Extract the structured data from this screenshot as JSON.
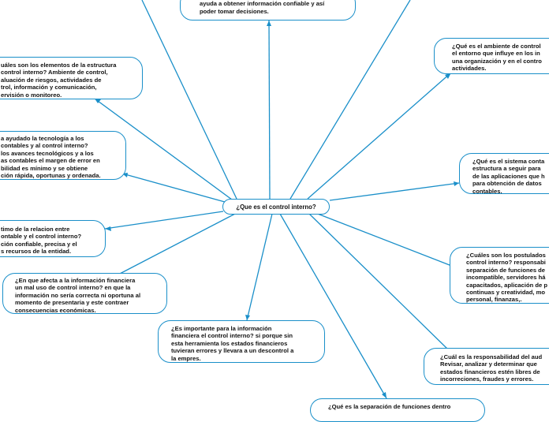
{
  "colors": {
    "accent": "#1a8fc9",
    "background": "#ffffff",
    "text": "#111111"
  },
  "central": {
    "label": "¿Que es el control interno?"
  },
  "nodes": [
    {
      "id": "top",
      "text": "conocimiento del control interno? Porque\nayuda a obtener información confiable y así\npoder tomar decisiones."
    },
    {
      "id": "elementos",
      "text": "uáles son los elementos de la estructura\ncontrol interno? Ambiente de control,\naluación de riesgos, actividades de\ntrol, información y comunicación,\nervisión o monitoreo."
    },
    {
      "id": "tecnologia",
      "text": "a ayudado la tecnología a los\n contables y al control interno?\n los avances tecnológicos y a los\nas contables el margen de error en\nbilidad es mínimo y se obtiene\nción rápida, oportunas y ordenada."
    },
    {
      "id": "relacion",
      "text": "timo de la relacion entre\nontable y el control interno?\nción confiable, precisa y el\ns recursos de la entidad."
    },
    {
      "id": "afecta",
      "text": "¿En que afecta a la información financiera\nun mal uso de control interno? en que la\ninformación no sería correcta ni oportuna al\nmomento de presentaria y este contraer\nconsecuencias económicas."
    },
    {
      "id": "importante",
      "text": "¿Es importante para la información\nfinanciera el control interno? si porque sin\nesta herramienta los estados financieros\ntuvieran errores y llevara a un descontrol a\nla empres."
    },
    {
      "id": "separacion",
      "text": "¿Qué es la separación de funciones dentro"
    },
    {
      "id": "ambiente",
      "text": "¿Qué es el ambiente de control\nel entorno que influye en los in\nuna organización y en el contro\nactividades."
    },
    {
      "id": "sistema",
      "text": "¿Qué es el sistema conta\nestructura a seguir para\nde las aplicaciones que h\npara obtención de datos\ncontables."
    },
    {
      "id": "postulados",
      "text": "¿Cuáles son los postulados\ncontrol interno? responsabi\nseparación de funciones de\nincompatible, servidores há\ncapacitados, aplicación de p\ncontinuas y creatividad, mo\npersonal, finanzas,."
    },
    {
      "id": "responsabilidad",
      "text": "¿Cuál es la responsabilidad del aud\nRevisar, analizar y determinar que\nestados financieros estén libres de\nincorreciones, fraudes y errores."
    }
  ]
}
